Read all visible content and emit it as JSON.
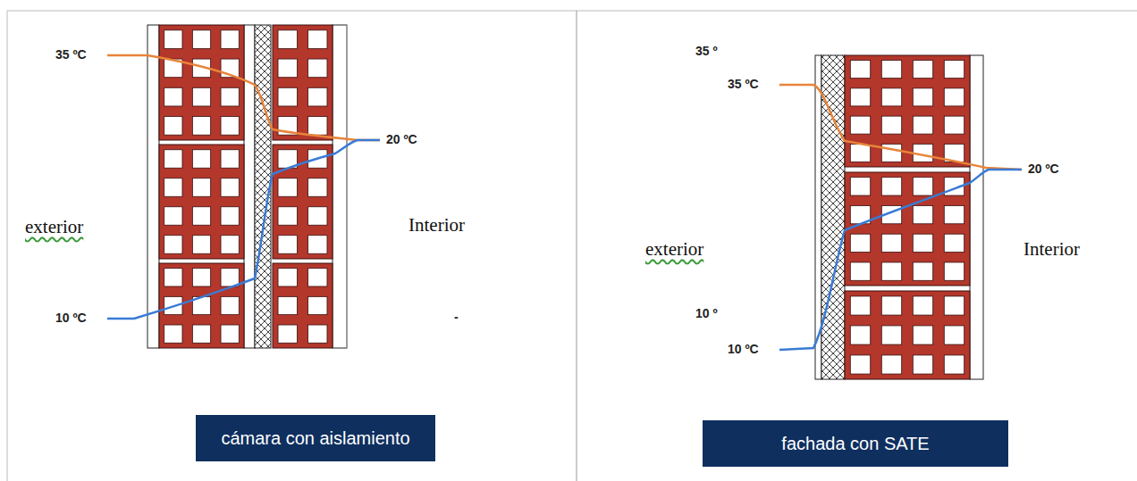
{
  "diagram": {
    "nodes": [
      {
        "text": [
          "cámara con aislamiento"
        ]
      },
      {
        "text": [
          "fachada con SATE"
        ]
      }
    ],
    "labels": [
      "35 ºC",
      "20 ºC",
      "exterior",
      "Interior",
      "10 ºC",
      "-",
      "35 º",
      "35 ºC",
      "20 ºC",
      "exterior",
      "Interior",
      "10 º",
      "10 ºC"
    ]
  }
}
